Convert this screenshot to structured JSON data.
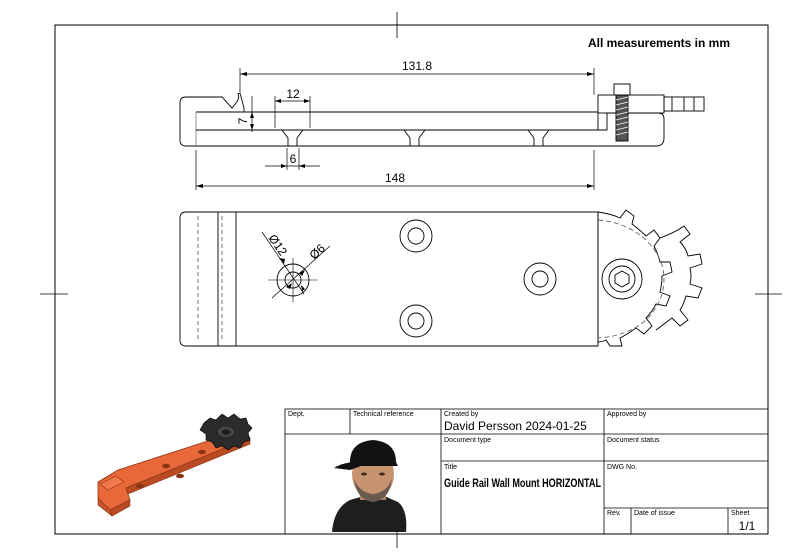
{
  "header": {
    "units_note": "All measurements in mm"
  },
  "dimensions": {
    "length_top": "131.8",
    "hole_spacing": "12",
    "step_height": "7",
    "hole_small": "6",
    "overall_length": "148",
    "dia_large": "Ø12",
    "dia_small": "Ø6"
  },
  "title_block": {
    "dept_label": "Dept.",
    "tech_ref_label": "Technical reference",
    "created_by_label": "Created by",
    "created_by_value": "David Persson  2024-01-25",
    "approved_by_label": "Approved by",
    "doc_type_label": "Document type",
    "doc_status_label": "Document status",
    "title_label": "Title",
    "title_value": "Guide Rail Wall Mount HORIZONTAL",
    "dwg_no_label": "DWG No.",
    "rev_label": "Rev.",
    "date_of_issue_label": "Date of issue",
    "sheet_label": "Sheet",
    "sheet_value": "1/1"
  },
  "colors": {
    "part_orange": "#e8683a",
    "part_orange_dark": "#b94a22",
    "sprocket": "#2b2b2b",
    "line": "#000000",
    "hidden_line": "#666666"
  },
  "icons": {
    "avatar": "person-photo",
    "iso_view": "isometric-part-render"
  }
}
